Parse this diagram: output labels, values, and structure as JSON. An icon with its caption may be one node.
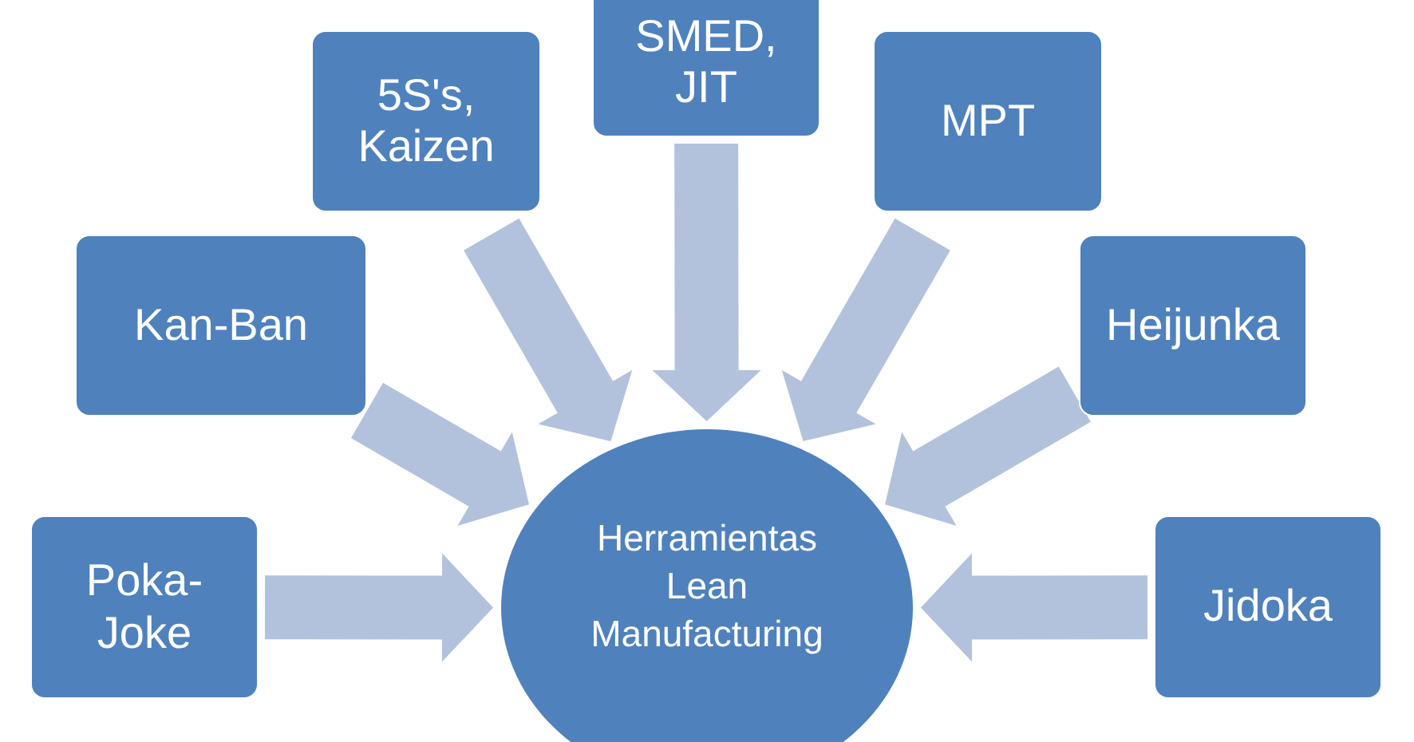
{
  "diagram": {
    "nodes": [
      {
        "text": [
          "SMED, JIT"
        ]
      },
      {
        "text": [
          "5S's, Kaizen"
        ]
      },
      {
        "text": [
          "MPT"
        ]
      },
      {
        "text": [
          "Kan-Ban"
        ]
      },
      {
        "text": [
          "Heijunka"
        ]
      },
      {
        "text": [
          "Poka-Joke"
        ]
      },
      {
        "text": [
          "Herramientas Lean Manufacturing"
        ]
      },
      {
        "text": [
          "Jidoka"
        ]
      }
    ],
    "edges": [
      {
        "from": 0,
        "to": 6,
        "arrow": "to"
      },
      {
        "from": 1,
        "to": 6,
        "arrow": "to"
      },
      {
        "from": 2,
        "to": 6,
        "arrow": "to"
      },
      {
        "from": 3,
        "to": 6,
        "arrow": "to"
      },
      {
        "from": 4,
        "to": 6,
        "arrow": "to"
      },
      {
        "from": 5,
        "to": 6,
        "arrow": "to"
      },
      {
        "from": 7,
        "to": 6,
        "arrow": "to"
      }
    ]
  }
}
